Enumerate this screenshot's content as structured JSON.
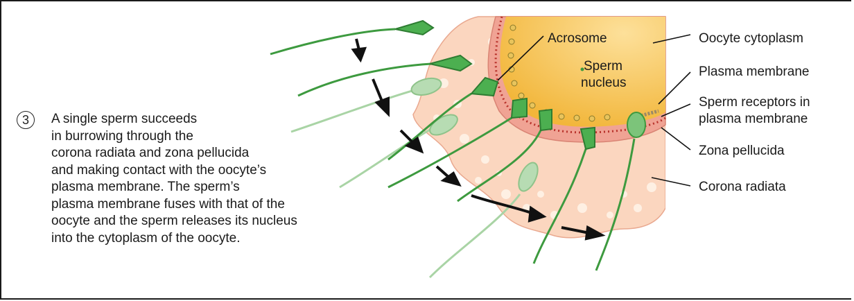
{
  "step": {
    "number": "3",
    "lines": [
      "A single sperm succeeds",
      "in burrowing through the",
      "corona radiata and zona pellucida",
      "and making contact with the oocyte’s",
      "plasma membrane. The sperm’s",
      "plasma membrane fuses with that of the",
      "oocyte and the sperm releases its nucleus",
      "into the cytoplasm of the oocyte."
    ]
  },
  "labels": {
    "acrosome": "Acrosome",
    "sperm_nucleus_line1": "Sperm",
    "sperm_nucleus_line2": "nucleus",
    "oocyte_cytoplasm": "Oocyte cytoplasm",
    "plasma_membrane": "Plasma membrane",
    "sperm_receptors_line1": "Sperm receptors in",
    "sperm_receptors_line2": "plasma membrane",
    "zona_pellucida": "Zona pellucida",
    "corona_radiata": "Corona radiata"
  },
  "colors": {
    "cytoplasm": "#f6c24a",
    "zona": "#f2a99a",
    "corona": "#fbd9c4",
    "sperm": "#3d9a3f",
    "sperm_faded": "#a9d4a5",
    "membrane_dots": "#c0392b"
  }
}
